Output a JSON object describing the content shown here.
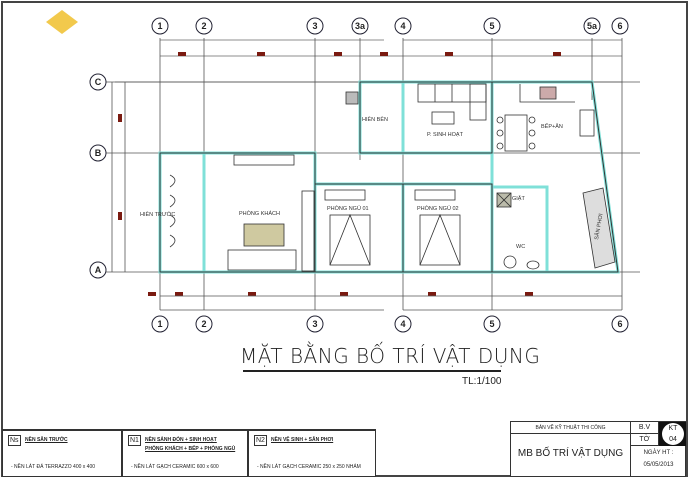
{
  "drawing": {
    "title": "MẶT BẰNG BỐ TRÍ VẬT DỤNG",
    "scale": "TL:1/100",
    "grid_columns_top": [
      "1",
      "2",
      "3",
      "3a",
      "4",
      "5",
      "5a",
      "6"
    ],
    "grid_columns_bottom": [
      "1",
      "2",
      "3",
      "4",
      "5",
      "6"
    ],
    "grid_rows": [
      "C",
      "B",
      "A"
    ],
    "rooms": {
      "san_truoc": "HIÊN TRƯỚC",
      "phong_khach": "PHÒNG KHÁCH",
      "hien_ben": "HIÊN BÊN",
      "sinh_hoat": "P. SINH HOẠT",
      "bep_an": "BẾP+ĂN",
      "ngu_01": "PHÒNG NGỦ 01",
      "ngu_02": "PHÒNG NGỦ 02",
      "giat": "GIẶT",
      "wc": "WC",
      "phoi": "SÂN PHƠI"
    }
  },
  "legend": [
    {
      "code": "Ns",
      "heading": "NỀN SÂN TRƯỚC",
      "heading2": "",
      "desc": "- NỀN LÁT ĐÁ TERRAZZO 400 x 400"
    },
    {
      "code": "N1",
      "heading": "NỀN SẢNH ĐÓN + SINH HOẠT",
      "heading2": "PHÒNG KHÁCH + BẾP + PHÒNG NGỦ",
      "desc": "- NỀN LÁT GẠCH CERAMIC 600 x 600"
    },
    {
      "code": "N2",
      "heading": "NỀN VỆ SINH + SÂN PHƠI",
      "heading2": "",
      "desc": "- NỀN LÁT GẠCH CERAMIC 250 x 250 NHÁM"
    }
  ],
  "title_block": {
    "header": "BẢN VẼ KỸ THUẬT THI CÔNG",
    "sheet_name": "MB BỐ TRÍ VẬT DỤNG",
    "bv_label": "B.V",
    "bv_value": "KT",
    "to_label": "TỜ",
    "to_value": "04",
    "date_label": "NGÀY HT :",
    "date_value": "05/05/2013"
  },
  "colors": {
    "wall_highlight": "#7fe0d8",
    "dimension_text": "#7a1a10",
    "logo": "#f2c94c",
    "line": "#333333"
  }
}
